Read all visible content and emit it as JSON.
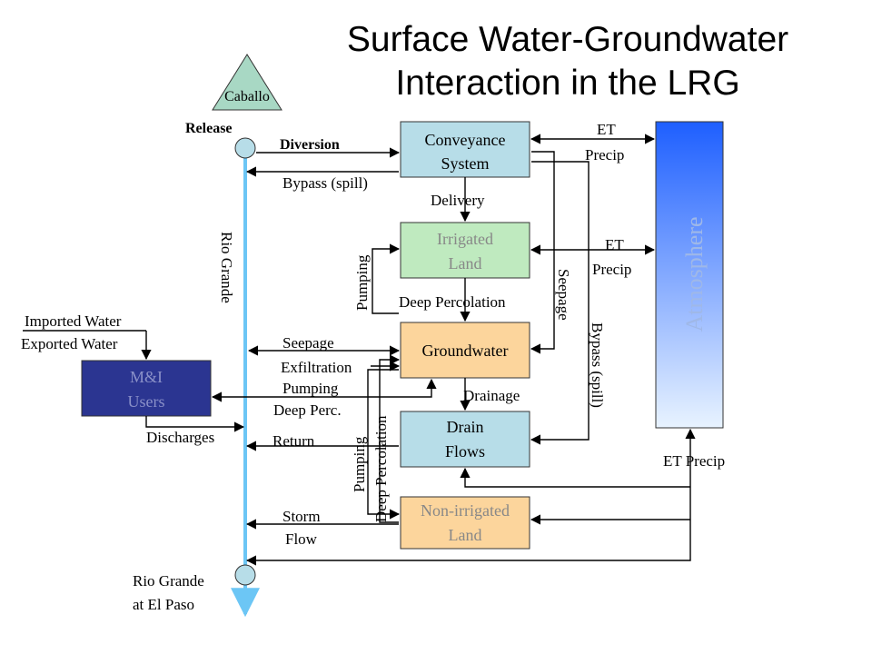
{
  "title_line1": "Surface Water-Groundwater",
  "title_line2": "Interaction in the LRG",
  "colors": {
    "conveyance": "#b7dde8",
    "irrigated": "#bfeabf",
    "groundwater": "#fcd59c",
    "drain": "#b7dde8",
    "nonirrigated": "#fcd59c",
    "mi_users": "#2b3591",
    "atmosphere_top": "#1e5fff",
    "atmosphere_bottom": "#e8f3ff",
    "river": "#6cc6f5",
    "caballo": "#a8d8c4"
  },
  "nodes": {
    "caballo": "Caballo",
    "conveyance_1": "Conveyance",
    "conveyance_2": "System",
    "irrigated_1": "Irrigated",
    "irrigated_2": "Land",
    "groundwater": "Groundwater",
    "drain_1": "Drain",
    "drain_2": "Flows",
    "nonirrigated_1": "Non-irrigated",
    "nonirrigated_2": "Land",
    "mi_1": "M&I",
    "mi_2": "Users",
    "atmosphere": "Atmosphere"
  },
  "labels": {
    "release": "Release",
    "diversion": "Diversion",
    "bypass_spill": "Bypass (spill)",
    "delivery": "Delivery",
    "rio_grande": "Rio Grande",
    "pumping_irr": "Pumping",
    "deep_percolation": "Deep Percolation",
    "seepage_vert": "Seepage",
    "bypass_spill_vert": "Bypass (spill)",
    "et_1": "ET",
    "precip_1": "Precip",
    "et_2": "ET",
    "precip_2": "Precip",
    "imported_water": "Imported Water",
    "exported_water": "Exported Water",
    "seepage": "Seepage",
    "exfiltration": "Exfiltration",
    "pumping": "Pumping",
    "deep_perc": "Deep Perc.",
    "drainage": "Drainage",
    "discharges": "Discharges",
    "return": "Return",
    "pumping_low": "Pumping",
    "deep_percolation_low": "Deep Percolation",
    "et_precip": "ET Precip",
    "storm": "Storm",
    "flow": "Flow",
    "rio_grande_at": "Rio Grande",
    "at_el_paso": "at El Paso"
  }
}
